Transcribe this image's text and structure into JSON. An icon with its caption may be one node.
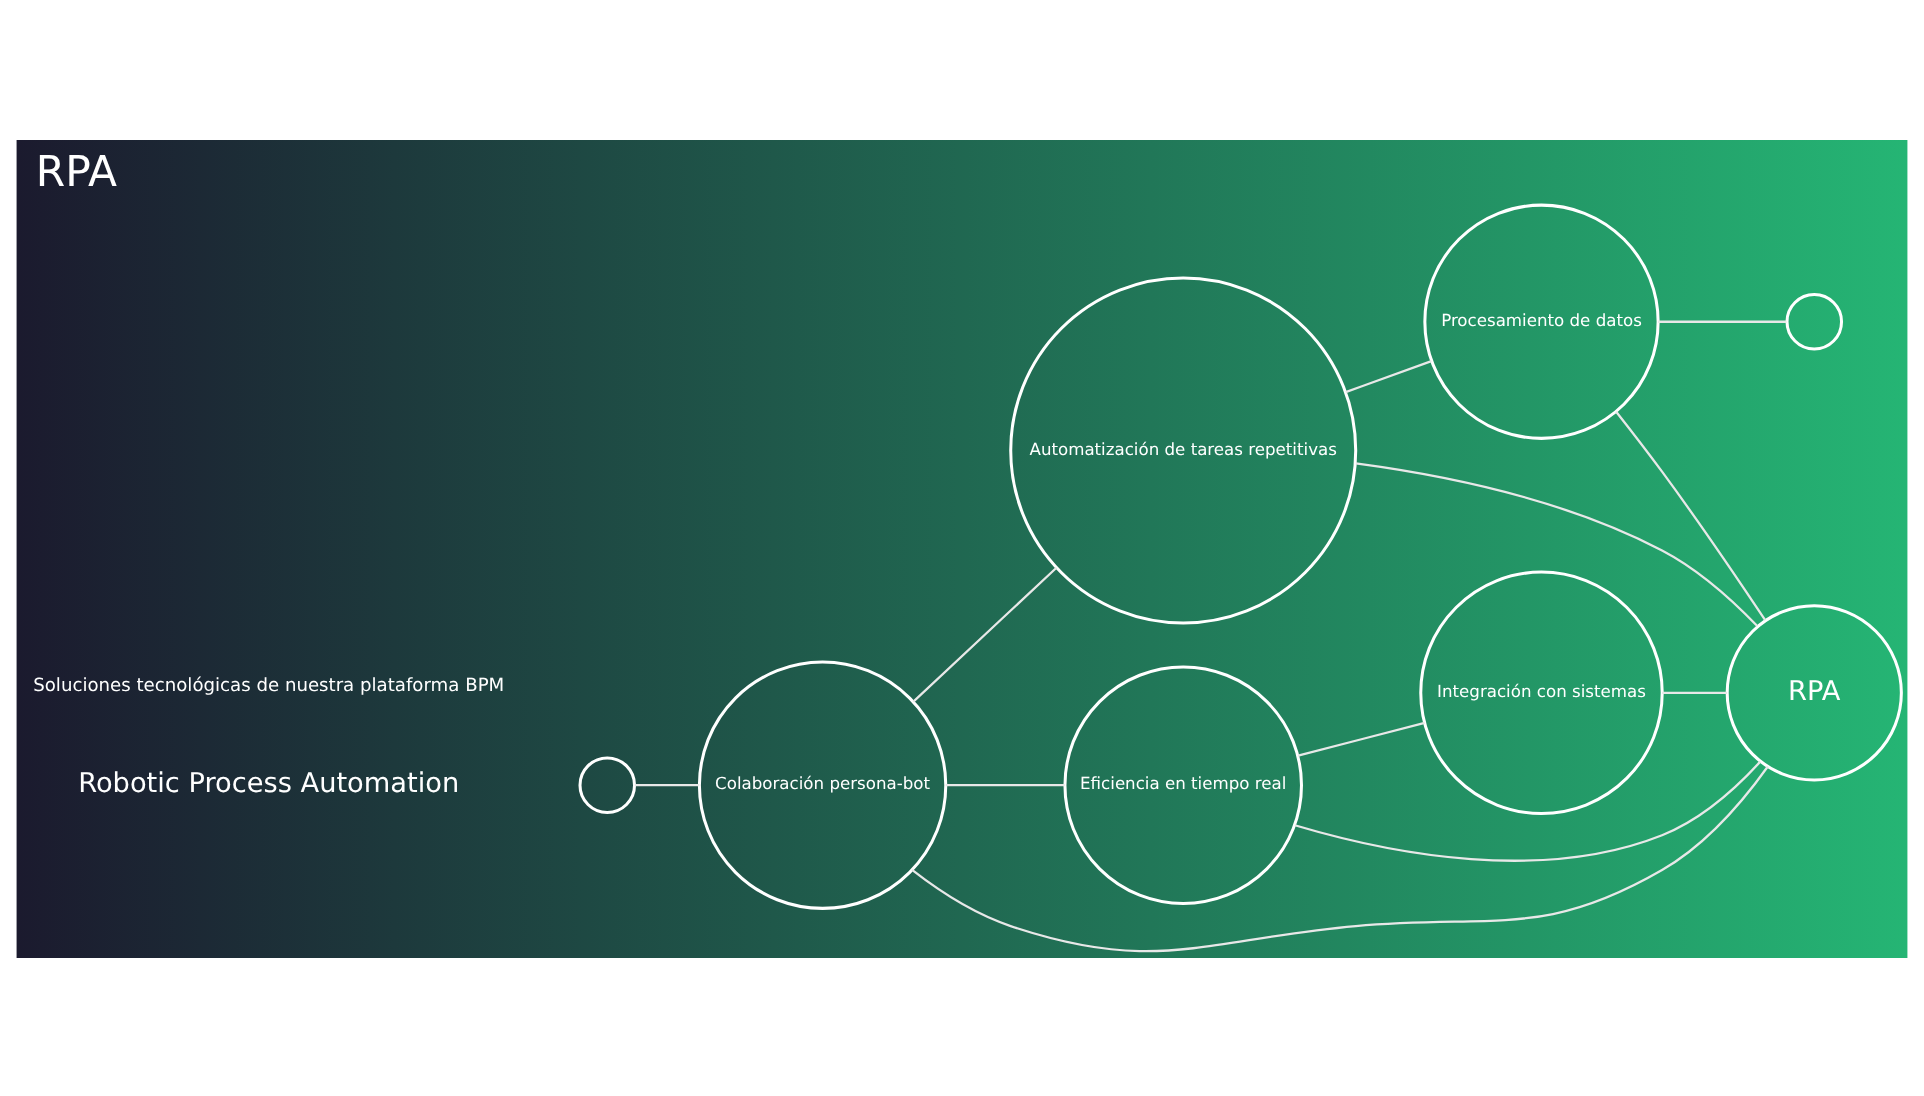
{
  "diagram": {
    "title": "RPA",
    "nodes": [
      {
        "text": [],
        "shape": "circle"
      },
      {
        "text": [
          "Colaboración persona-bot"
        ]
      },
      {
        "text": [
          "Automatización de tareas repetitivas"
        ]
      },
      {
        "text": [
          "Procesamiento de datos"
        ]
      },
      {
        "text": [],
        "shape": "circle"
      },
      {
        "text": [
          "Eficiencia en tiempo real"
        ]
      },
      {
        "text": [
          "Integración con sistemas"
        ]
      },
      {
        "text": [
          "RPA"
        ]
      }
    ],
    "edges": [
      {
        "from": 0,
        "to": 1,
        "arrow": "none"
      },
      {
        "from": 1,
        "to": 2,
        "arrow": "none"
      },
      {
        "from": 1,
        "to": 7,
        "arrow": "none"
      },
      {
        "from": 1,
        "to": 5,
        "arrow": "none"
      },
      {
        "from": 2,
        "to": 3,
        "arrow": "none"
      },
      {
        "from": 2,
        "to": 7,
        "arrow": "none"
      },
      {
        "from": 3,
        "to": 7,
        "arrow": "none"
      },
      {
        "from": 3,
        "to": 4,
        "arrow": "none"
      },
      {
        "from": 5,
        "to": 7,
        "arrow": "none"
      },
      {
        "from": 5,
        "to": 6,
        "arrow": "none"
      },
      {
        "from": 6,
        "to": 7,
        "arrow": "none"
      }
    ],
    "labels": [
      "Robotic Process Automation",
      "Soluciones tecnológicas de nuestra plataforma BPM"
    ]
  }
}
